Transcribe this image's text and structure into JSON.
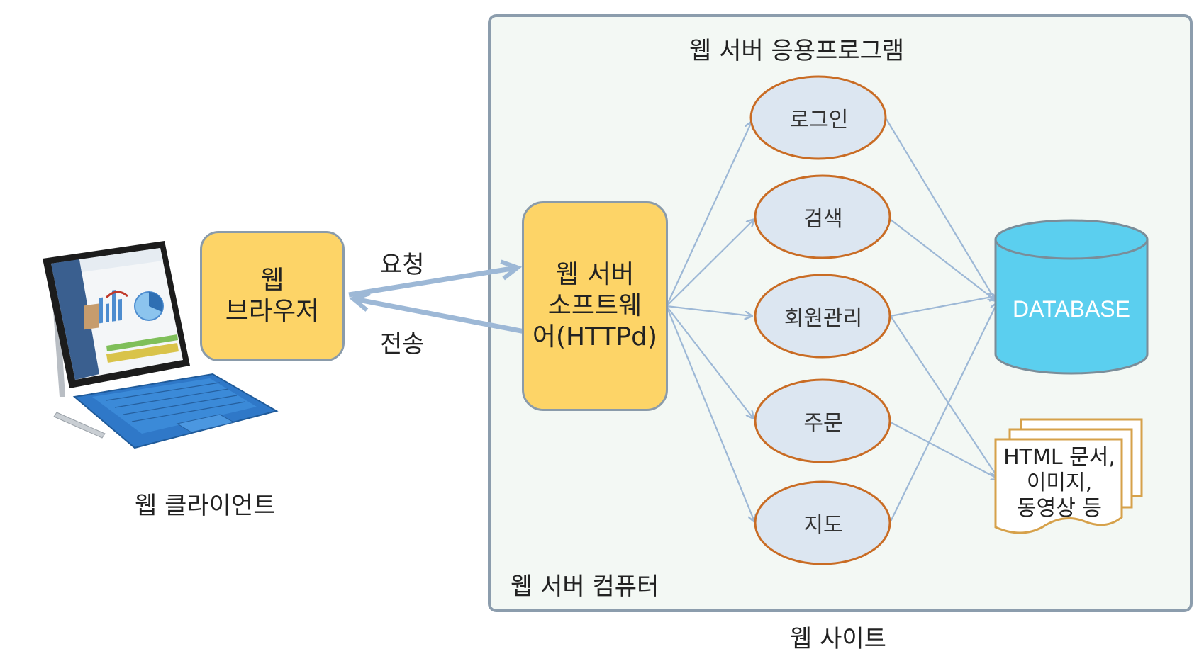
{
  "client": {
    "browser_line1": "웹",
    "browser_line2": "브라우저",
    "label": "웹 클라이언트",
    "device_icon": "laptop-tablet-icon"
  },
  "arrows": {
    "request_label": "요청",
    "response_label": "전송"
  },
  "server": {
    "computer_label": "웹 서버 컴퓨터",
    "app_label": "웹 서버 응용프로그램",
    "software_line1": "웹 서버",
    "software_line2": "소프트웨",
    "software_line3": "어(HTTPd)",
    "modules": [
      "로그인",
      "검색",
      "회원관리",
      "주문",
      "지도"
    ],
    "database_label": "DATABASE",
    "documents_line1": "HTML 문서,",
    "documents_line2": "이미지,",
    "documents_line3": "동영상 등"
  },
  "site_label": "웹 사이트",
  "colors": {
    "box_fill": "#FDD467",
    "box_border": "#8A9BAA",
    "panel_fill": "#F3F8F4",
    "panel_border": "#8C9DAD",
    "oval_fill": "#DCE6F1",
    "oval_border": "#C96C24",
    "arrow": "#9DB8D6",
    "db_fill": "#5BCFEF",
    "db_border": "#7A8D99",
    "doc_border": "#D6A14A"
  }
}
